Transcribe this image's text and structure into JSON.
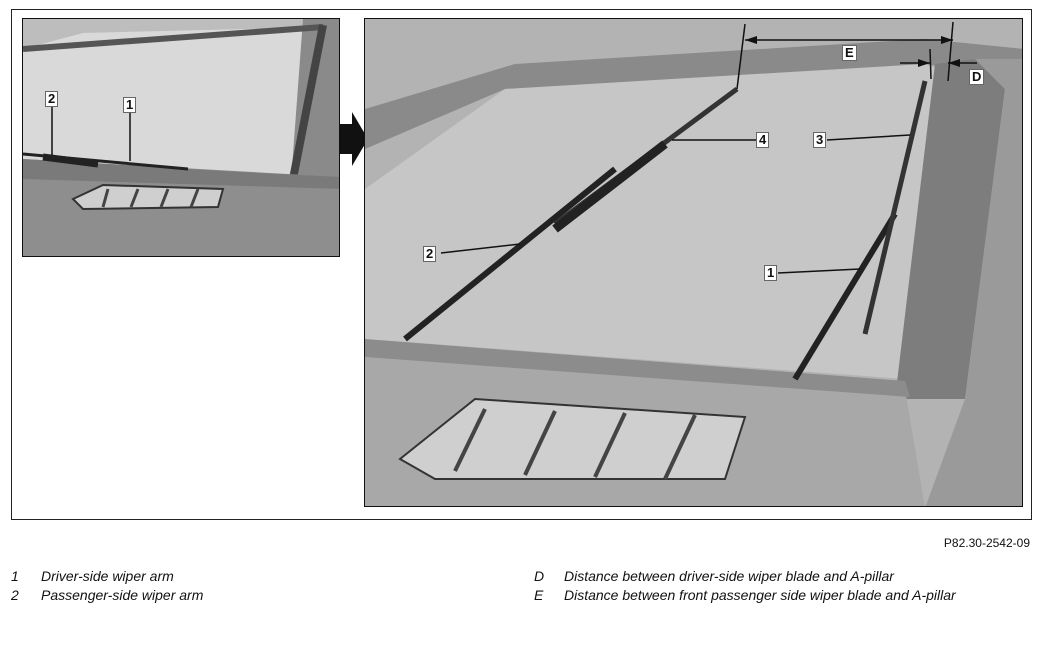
{
  "figure": {
    "id": "P82.30-2542-09",
    "small_panel_callouts": [
      "1",
      "2"
    ],
    "large_panel_callouts": [
      "1",
      "2",
      "3",
      "4",
      "E",
      "D"
    ]
  },
  "legend": {
    "left": [
      {
        "key": "1",
        "text": "Driver-side wiper arm"
      },
      {
        "key": "2",
        "text": "Passenger-side wiper arm"
      }
    ],
    "right": [
      {
        "key": "D",
        "text": "Distance between driver-side wiper blade and A-pillar"
      },
      {
        "key": "E",
        "text": "Distance between front passenger side wiper blade and A-pillar"
      }
    ]
  }
}
